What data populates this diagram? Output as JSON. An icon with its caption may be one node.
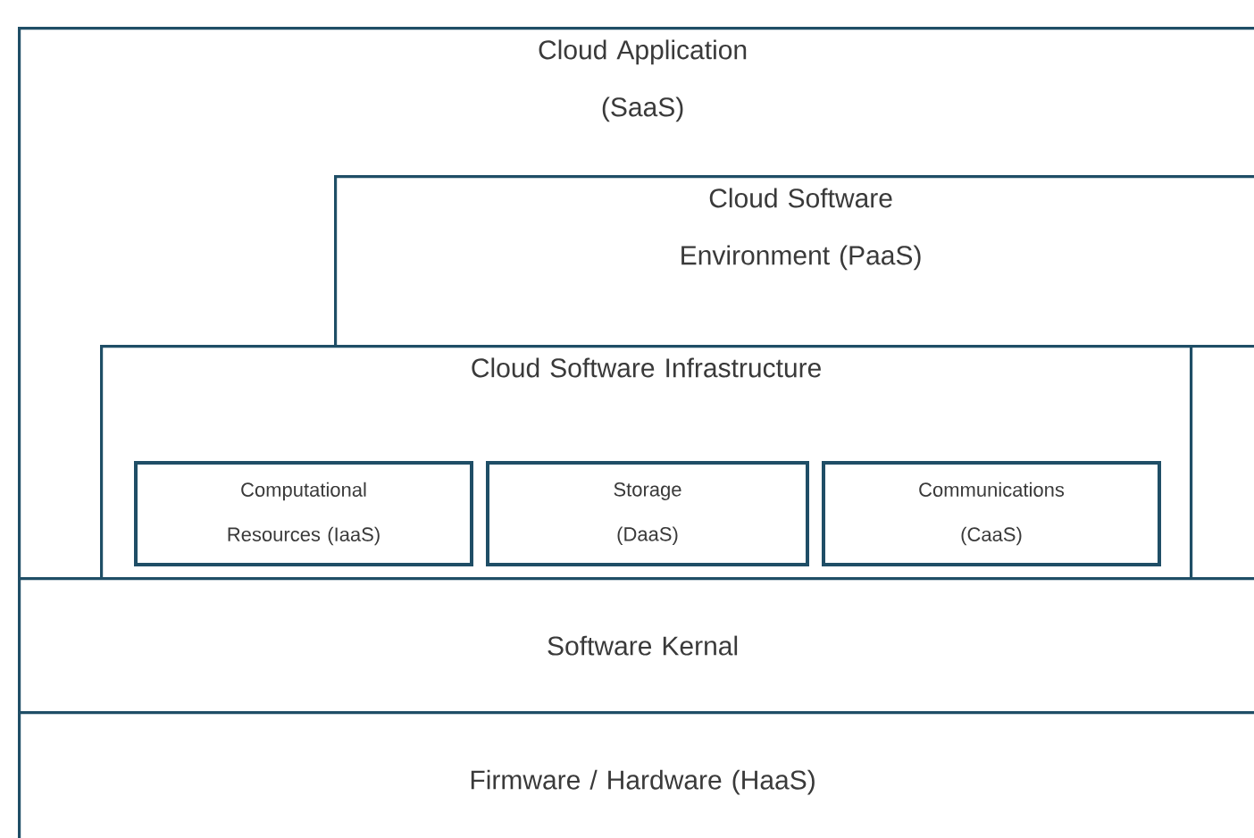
{
  "diagram": {
    "nodes": [
      {
        "text": [
          "Cloud Application (SaaS)"
        ]
      },
      {
        "text": [
          "Cloud Software Environment (PaaS)"
        ],
        "in": 0
      },
      {
        "text": [
          "Cloud Software Infrastructure"
        ],
        "in": 0
      },
      {
        "text": [
          "Computational Resources (IaaS)"
        ],
        "in": 2
      },
      {
        "text": [
          "Storage (DaaS)"
        ],
        "in": 2
      },
      {
        "text": [
          "Communications (CaaS)"
        ],
        "in": 2
      },
      {
        "text": [
          "Software Kernal"
        ]
      },
      {
        "text": [
          "Firmware / Hardware (HaaS)"
        ]
      }
    ]
  }
}
